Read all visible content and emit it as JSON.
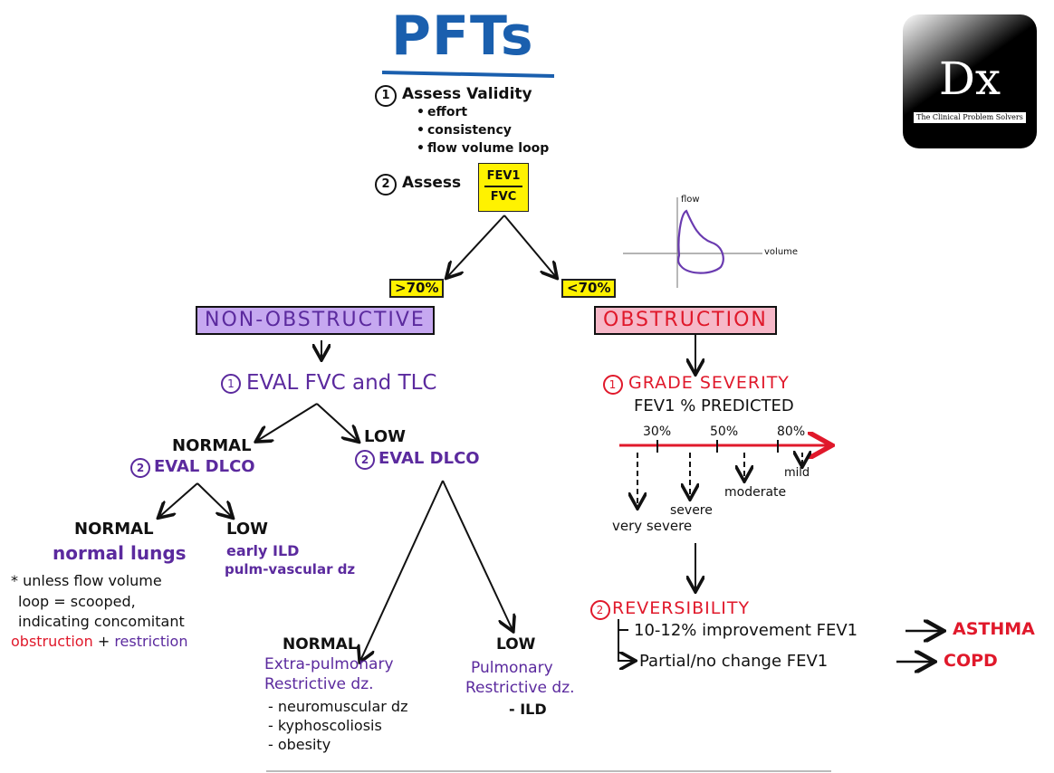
{
  "title": "PFTs",
  "logo": {
    "mark": "Dx",
    "caption": "The Clinical Problem Solvers"
  },
  "steps": {
    "step1_number": "1",
    "step1_text": "Assess Validity",
    "validity_items": [
      "effort",
      "consistency",
      "flow volume loop"
    ],
    "step2_number": "2",
    "step2_text": "Assess",
    "ratio_top": "FEV1",
    "ratio_bottom": "FVC"
  },
  "loop_graph": {
    "y_label": "flow",
    "x_label": "volume"
  },
  "non_obstructive": {
    "threshold": ">70%",
    "label": "NON-OBSTRUCTIVE",
    "step_number": "1",
    "step_text": "EVAL FVC and TLC",
    "normal": {
      "label": "NORMAL",
      "step_number": "2",
      "step_text": "EVAL DLCO",
      "normal_label": "NORMAL",
      "normal_result": "normal lungs",
      "note_star": "*",
      "note_line1": "unless flow volume",
      "note_line2": "loop = scooped,",
      "note_line3": "indicating concomitant",
      "note_obstruction": "obstruction",
      "note_plus": "+",
      "note_restriction": "restriction",
      "low_label": "LOW",
      "low_result1": "early ILD",
      "low_result2": "pulm-vascular dz"
    },
    "low": {
      "label": "LOW",
      "step_number": "2",
      "step_text": "EVAL DLCO",
      "normal_label": "NORMAL",
      "normal_result1": "Extra-pulmonary",
      "normal_result2": "Restrictive dz.",
      "normal_items": [
        "- neuromuscular dz",
        "- kyphoscoliosis",
        "- obesity"
      ],
      "low_label": "LOW",
      "low_result1": "Pulmonary",
      "low_result2": "Restrictive dz.",
      "low_items": [
        "- ILD"
      ]
    }
  },
  "obstruction": {
    "threshold": "<70%",
    "label": "OBSTRUCTION",
    "step1_number": "1",
    "step1_text": "GRADE SEVERITY",
    "step1_sub": "FEV1 % PREDICTED",
    "ticks": [
      "30%",
      "50%",
      "80%"
    ],
    "grades": [
      "very severe",
      "severe",
      "moderate",
      "mild"
    ],
    "step2_number": "2",
    "step2_text": "REVERSIBILITY",
    "outcome1_text": "10-12% improvement FEV1",
    "outcome1_result": "ASTHMA",
    "outcome2_text": "Partial/no change FEV1",
    "outcome2_result": "COPD"
  },
  "colors": {
    "purple": "#5b2a9e",
    "red": "#e0192b",
    "blue_title": "#1a5fae",
    "yellow": "#fff200",
    "lavender": "#c6a8f0",
    "pink": "#f6b8c8"
  }
}
